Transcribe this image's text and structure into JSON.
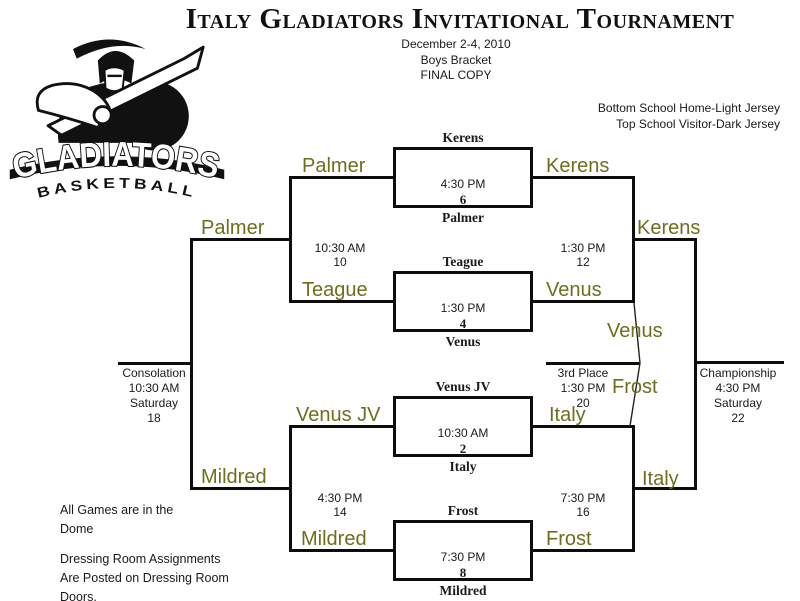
{
  "header": {
    "title": "Italy Gladiators Invitational Tournament",
    "date": "December 2-4, 2010",
    "bracket": "Boys Bracket",
    "copy_status": "FINAL COPY",
    "jersey_note_line1": "Bottom School Home-Light Jersey",
    "jersey_note_line2": "Top School Visitor-Dark Jersey"
  },
  "logo": {
    "primary": "GLADIATORS",
    "secondary": "BASKETBALL",
    "mascot": "gladiator-with-sword"
  },
  "colors": {
    "team_label": "#6e6e1e",
    "line": "#0d0d0d"
  },
  "round1_games": {
    "game6": {
      "top_team": "Kerens",
      "time": "4:30 PM",
      "number": "6",
      "bottom_team": "Palmer"
    },
    "game4": {
      "top_team": "Teague",
      "time": "1:30 PM",
      "number": "4",
      "bottom_team": "Venus"
    },
    "game2": {
      "top_team": "Venus JV",
      "time": "10:30 AM",
      "number": "2",
      "bottom_team": "Italy"
    },
    "game8": {
      "top_team": "Frost",
      "time": "7:30 PM",
      "number": "8",
      "bottom_team": "Mildred"
    }
  },
  "consolation_side": {
    "game10": {
      "time": "10:30 AM",
      "number": "10",
      "feeder_top": "Palmer",
      "feeder_bottom": "Teague",
      "winner": "Palmer"
    },
    "game14": {
      "time": "4:30 PM",
      "number": "14",
      "feeder_top": "Venus JV",
      "feeder_bottom": "Mildred",
      "winner": "Mildred"
    },
    "final18": {
      "label": "Consolation",
      "time": "10:30 AM",
      "day": "Saturday",
      "number": "18"
    }
  },
  "championship_side": {
    "game12": {
      "time": "1:30 PM",
      "number": "12",
      "feeder_top": "Kerens",
      "feeder_bottom": "Venus",
      "winner": "Kerens"
    },
    "game16": {
      "time": "7:30 PM",
      "number": "16",
      "feeder_top": "Italy",
      "feeder_bottom": "Frost",
      "winner": "Italy"
    },
    "game20": {
      "label": "3rd Place",
      "time": "1:30 PM",
      "number": "20",
      "team_top": "Venus",
      "team_bottom": "Frost"
    },
    "final22": {
      "label": "Championship",
      "time": "4:30 PM",
      "day": "Saturday",
      "number": "22"
    }
  },
  "notes": {
    "games_location_line1": "All Games are in the",
    "games_location_line2": "Dome",
    "dressing_line1": "Dressing Room Assignments",
    "dressing_line2": "Are Posted on Dressing Room",
    "dressing_line3": "Doors."
  }
}
